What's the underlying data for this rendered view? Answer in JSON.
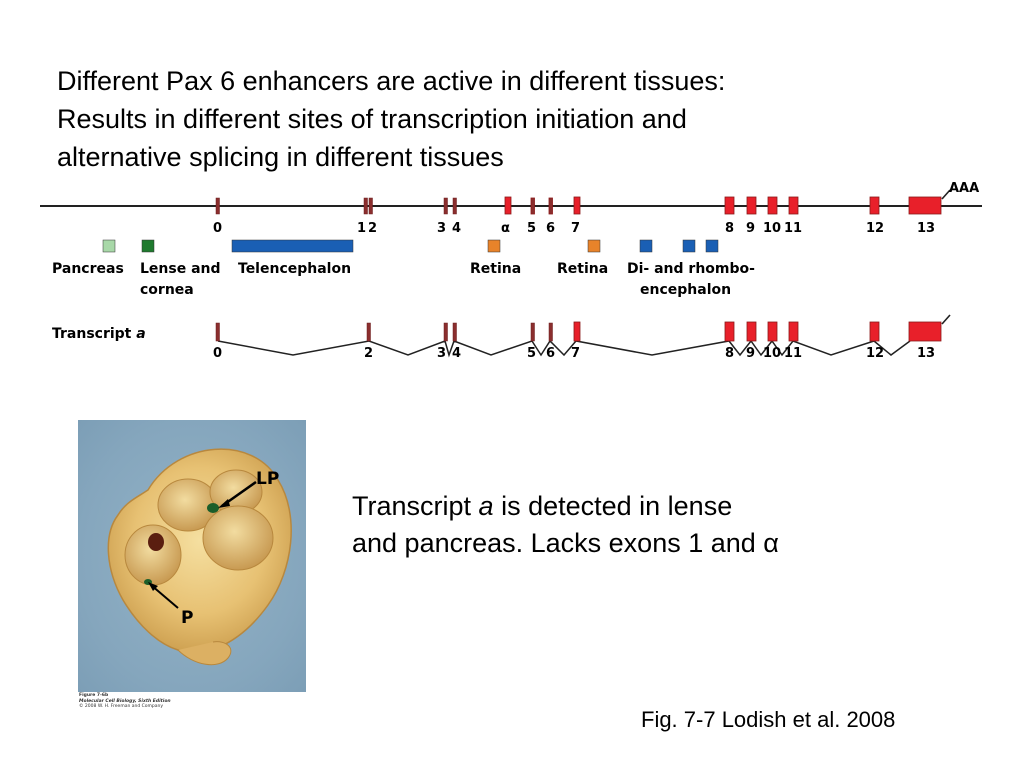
{
  "title": {
    "line1": "Different Pax 6 enhancers are active in different tissues:",
    "line2": "Results in different sites of transcription initiation and",
    "line3": "alternative splicing in different tissues"
  },
  "diagram": {
    "exon_labels": [
      "0",
      "1",
      "2",
      "3",
      "4",
      "α",
      "5",
      "6",
      "7",
      "8",
      "9",
      "10",
      "11",
      "12",
      "13"
    ],
    "polya_label": "AAA",
    "tissues": [
      {
        "name": "pancreas",
        "lines": [
          "Pancreas"
        ],
        "color": "#a8d8a8"
      },
      {
        "name": "lense-cornea",
        "lines": [
          "Lense and",
          "cornea"
        ],
        "color": "#1f7a2e"
      },
      {
        "name": "telencephalon",
        "lines": [
          "Telencephalon"
        ],
        "color": "#1a5fb4"
      },
      {
        "name": "retina-1",
        "lines": [
          "Retina"
        ],
        "color": "#e8832a"
      },
      {
        "name": "retina-2",
        "lines": [
          "Retina"
        ],
        "color": "#e8832a"
      },
      {
        "name": "di-rhombo",
        "lines": [
          "Di- and rhombo-",
          "encephalon"
        ],
        "color": "#1a5fb4"
      }
    ],
    "transcript_label": {
      "prefix": "Transcript ",
      "italic": "a"
    },
    "transcript_exon_labels": [
      "0",
      "2",
      "3",
      "4",
      "5",
      "6",
      "7",
      "8",
      "9",
      "10",
      "11",
      "12",
      "13"
    ],
    "colors": {
      "exon_thin": "#8b2e2e",
      "exon_red": "#e8202a",
      "line": "#222222"
    }
  },
  "photo": {
    "label_lp": "LP",
    "label_p": "P"
  },
  "credit": {
    "figure": "Figure 7-6b",
    "book": "Molecular Cell Biology, Sixth Edition",
    "copyright": "© 2008 W. H. Freeman and Company"
  },
  "caption": {
    "l1_pre": "Transcript ",
    "l1_italic": "a",
    "l1_post": " is detected in lense",
    "line2": "and pancreas.  Lacks exons 1 and  α"
  },
  "citation": "Fig. 7-7 Lodish et al. 2008"
}
